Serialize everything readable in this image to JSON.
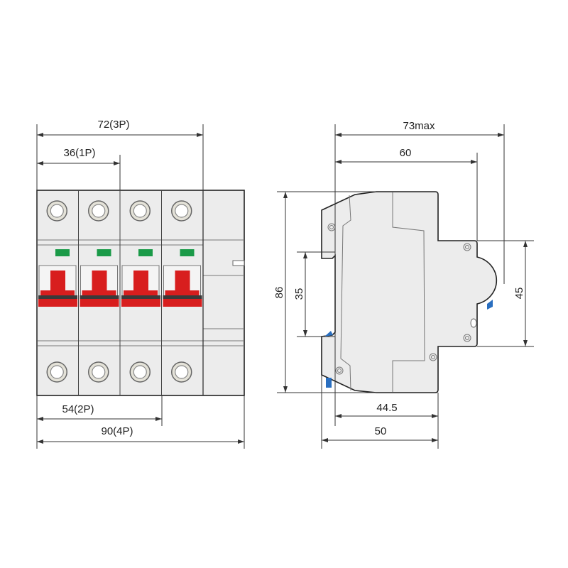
{
  "front_view": {
    "poles": 4,
    "dimensions": {
      "width_3p": "72(3P)",
      "width_1p": "36(1P)",
      "width_2p": "54(2P)",
      "width_4p": "90(4P)"
    },
    "colors": {
      "handle": "#d81e1e",
      "indicator": "#1a9a48",
      "body": "#ececec"
    }
  },
  "side_view": {
    "dimensions": {
      "depth_max": "73max",
      "depth": "60",
      "height": "86",
      "rail": "35",
      "front_height": "45",
      "base_depth": "44.5",
      "mount_depth": "50"
    },
    "colors": {
      "clip": "#2a6fc0"
    }
  }
}
